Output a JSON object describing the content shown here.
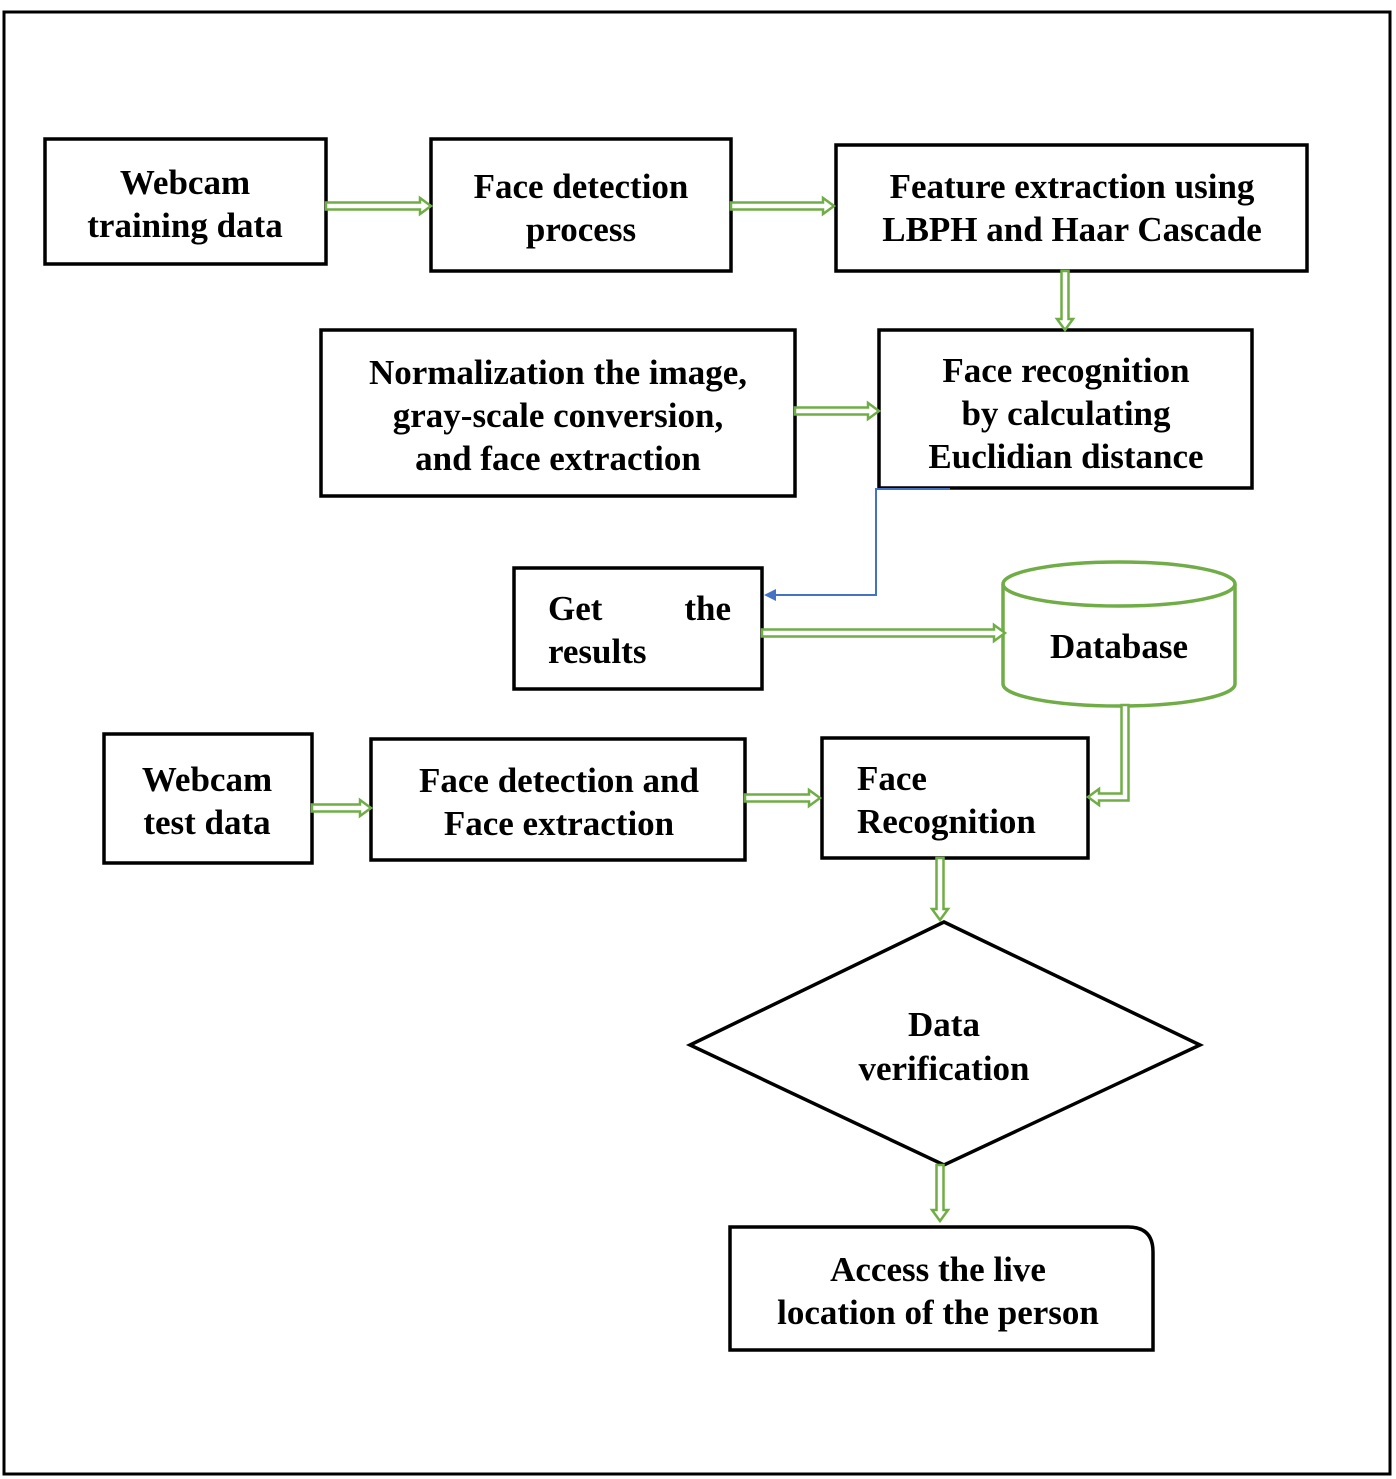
{
  "colors": {
    "arrow_green": "#70ad47",
    "arrow_blue": "#4472c4",
    "border": "#000000",
    "text": "#000000",
    "background": "#ffffff"
  },
  "nodes": {
    "webcam_training": {
      "lines": [
        "Webcam",
        "training data"
      ]
    },
    "face_detection_process": {
      "lines": [
        "Face detection",
        "process"
      ]
    },
    "feature_extraction": {
      "lines": [
        "Feature  extraction  using",
        "LBPH and Haar Cascade"
      ]
    },
    "normalization": {
      "lines": [
        "Normalization the image,",
        "gray-scale conversion,",
        "and face extraction"
      ]
    },
    "face_recognition_euclid": {
      "lines": [
        "Face recognition",
        "by calculating",
        "Euclidian distance"
      ]
    },
    "get_results": {
      "lines": [
        "Get",
        "the",
        "results"
      ]
    },
    "database": {
      "lines": [
        "Database"
      ]
    },
    "webcam_test": {
      "lines": [
        "Webcam",
        "test data"
      ]
    },
    "face_detection_extraction": {
      "lines": [
        "Face detection and",
        "Face extraction"
      ]
    },
    "face_recognition": {
      "lines": [
        "Face",
        "Recognition"
      ]
    },
    "data_verification": {
      "lines": [
        "Data",
        "verification"
      ]
    },
    "access_location": {
      "lines": [
        "Access the live",
        "location of the person"
      ]
    }
  }
}
